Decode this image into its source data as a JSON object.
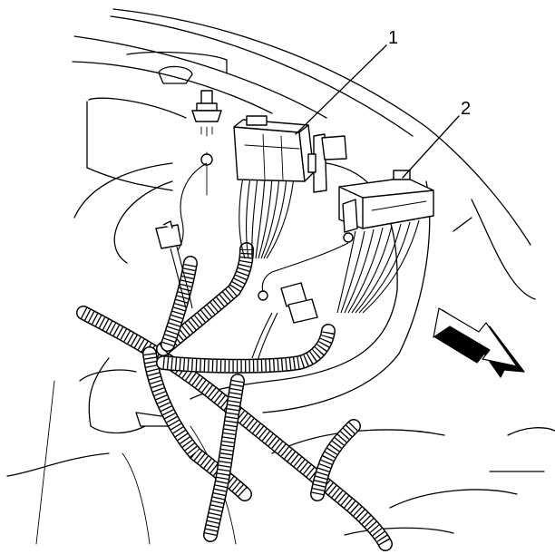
{
  "callouts": [
    {
      "id": "1",
      "text": "1"
    },
    {
      "id": "2",
      "text": "2"
    }
  ],
  "colors": {
    "ink": "#000000",
    "paper": "#ffffff"
  },
  "icons": {
    "direction_arrow": "vehicle-front-arrow-icon"
  }
}
